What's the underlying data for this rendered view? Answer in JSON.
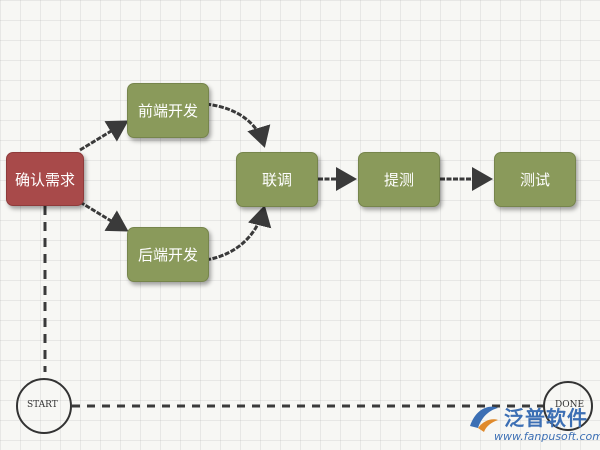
{
  "nodes": {
    "confirm": "确认需求",
    "frontend": "前端开发",
    "backend": "后端开发",
    "integration": "联调",
    "submit_test": "提测",
    "testing": "测试"
  },
  "markers": {
    "start": "START",
    "done": "DONE"
  },
  "watermark": {
    "name": "泛普软件",
    "url": "www.fanpusoft.com",
    "color": "#3c6fb4"
  },
  "colors": {
    "node_green": "#8a9a5b",
    "node_red": "#a84a4a",
    "arrow": "#3a3a3a"
  },
  "icons": [
    "arrow-right-icon",
    "arrow-curved-icon",
    "brand-logo-icon"
  ]
}
